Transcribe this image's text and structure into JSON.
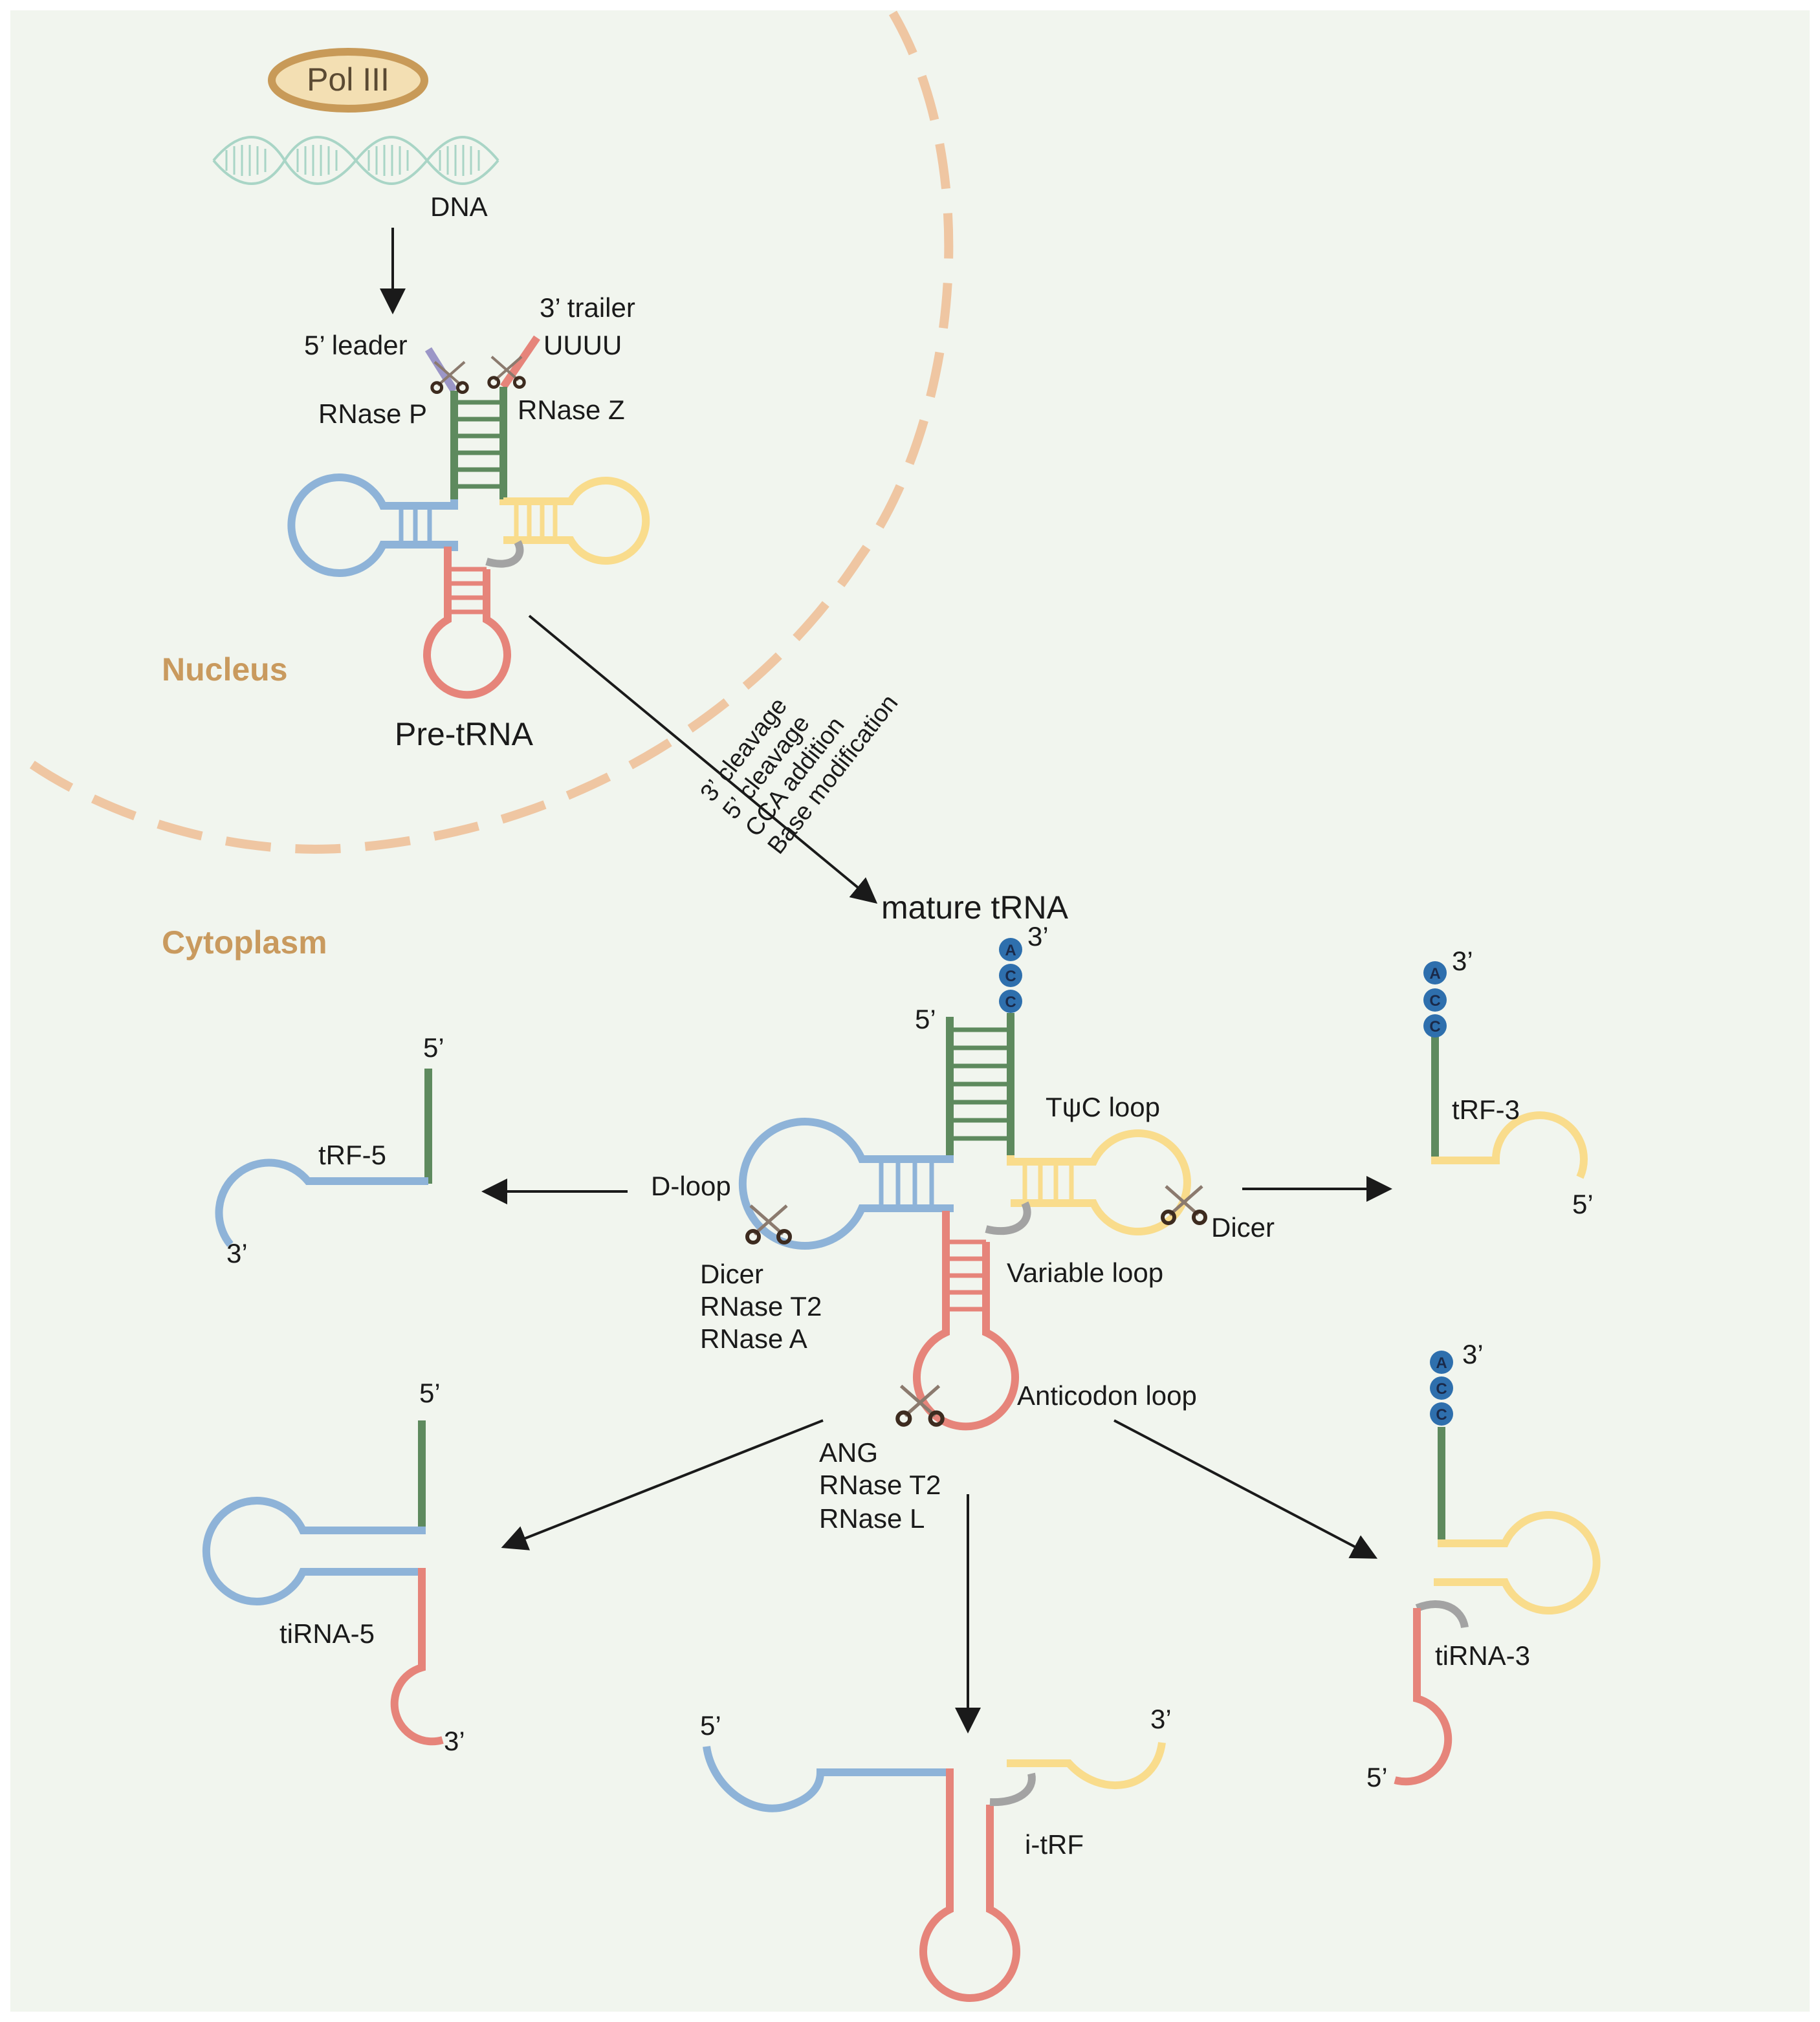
{
  "colors": {
    "background": "#f1f5ee",
    "membrane": "#efc6a2",
    "region_label": "#c99a5e",
    "acceptor_stem": "#5e8a5e",
    "d_arm": "#8eb3d8",
    "anticodon_arm": "#e6847a",
    "tpsic_arm": "#f9dc8c",
    "variable_loop": "#a3a3a3",
    "leader": "#9b96c7",
    "dna": "#a9d5c6",
    "pol": "#f3dfb3",
    "pol_border": "#c89a58",
    "cca": "#2e6fad",
    "scissors": "#3d2b1f",
    "arrow": "#1a1a1a"
  },
  "labels": {
    "pol": "Pol III",
    "dna": "DNA",
    "leader": "5’ leader",
    "trailer_1": "3’ trailer",
    "trailer_2": "UUUU",
    "rnase_p": "RNase P",
    "rnase_z": "RNase Z",
    "nucleus": "Nucleus",
    "pre_trna": "Pre-tRNA",
    "cytoplasm": "Cytoplasm",
    "mature": "mature tRNA",
    "steps": [
      "3’ cleavage",
      "5’ cleavage",
      "CCA addition",
      "Base modification"
    ],
    "five_prime": "5’",
    "three_prime": "3’",
    "tpsic_loop": "TψC loop",
    "d_loop": "D-loop",
    "variable_loop": "Variable loop",
    "anticodon_loop": "Anticodon loop",
    "dicer": "Dicer",
    "dloop_enzymes": [
      "Dicer",
      "RNase T2",
      "RNase A"
    ],
    "anticodon_enzymes": [
      "ANG",
      "RNase T2",
      "RNase L"
    ],
    "trf5": "tRF-5",
    "trf3": "tRF-3",
    "tirna5": "tiRNA-5",
    "tirna3": "tiRNA-3",
    "itrf": "i-tRF",
    "cca": [
      "A",
      "C",
      "C"
    ]
  }
}
